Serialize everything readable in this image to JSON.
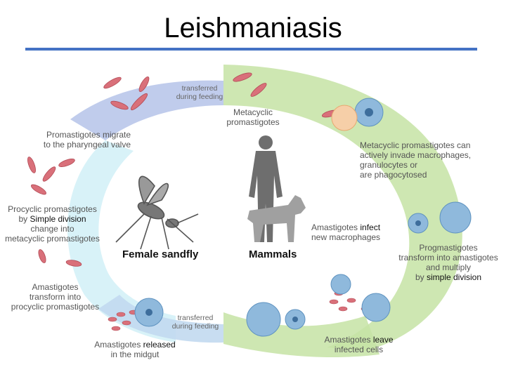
{
  "title": "Leishmaniasis",
  "labels": {
    "transferred_top": [
      "transferred",
      "during feeding"
    ],
    "metacyclic": [
      "Metacyclic",
      "promastigotes"
    ],
    "migrate": [
      "Promastigotes migrate",
      "to the pharyngeal valve"
    ],
    "invade": [
      "Metacyclic promastigotes can",
      "actively invade macrophages,",
      "granulocytes or",
      "are phagocytosed"
    ],
    "procyclic": [
      "Procyclic promastigotes",
      "by ",
      "Simple division",
      "change into",
      "metacyclic promastigotes"
    ],
    "sandfly": "Female sandfly",
    "mammals": "Mammals",
    "infect": [
      "Amastigotes ",
      "infect",
      "new macrophages"
    ],
    "progmastigotes": [
      "Progmastigotes",
      "transform into amastigotes",
      "and multiply",
      "by ",
      "simple division"
    ],
    "amastigotes_transform": [
      "Amastigotes",
      "transform into",
      "procyclic promastigotes"
    ],
    "transferred_bottom": [
      "transferred",
      "during feeding"
    ],
    "released": [
      "Amastigotes ",
      "released",
      "in the midgut"
    ],
    "leave": [
      "Amastigotes ",
      "leave",
      "infected cells"
    ]
  },
  "colors": {
    "title_rule": "#4472c4",
    "green_arc": "#c6e3a4",
    "blue_band": "#b9c6ea",
    "cyan_band": "#c8ecf6",
    "parasite": "#d9707a",
    "cell": "#8fb9dc",
    "silhouette": "#6e6e6e"
  }
}
